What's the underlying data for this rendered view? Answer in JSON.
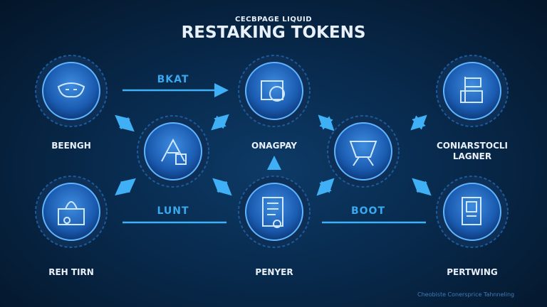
{
  "header": {
    "subtitle": "CECBPAGE LIQUID",
    "title": "RESTAKING TOKENS"
  },
  "nodes": [
    {
      "label": "BEENGH",
      "icon": "mask-icon"
    },
    {
      "label": "",
      "icon": "key-lock-icon"
    },
    {
      "label": "ONAGPAY",
      "icon": "token-card-icon"
    },
    {
      "label": "",
      "icon": "vault-cup-icon"
    },
    {
      "label": "CONIARSTOCLI LAGNER",
      "icon": "flag-screen-icon"
    },
    {
      "label": "REH TIRN",
      "icon": "bag-icon"
    },
    {
      "label": "PENYER",
      "icon": "document-icon"
    },
    {
      "label": "PERTWING",
      "icon": "tablet-icon"
    }
  ],
  "arrows": {
    "top": "BKAT",
    "bottom_left": "LUNT",
    "bottom_right": "BOOT"
  },
  "footer": "Cheobiste Conersprice Tahnneling",
  "colors": {
    "accent": "#39a8ee",
    "node": "#1f63b8",
    "ring": "#0d2e55"
  }
}
